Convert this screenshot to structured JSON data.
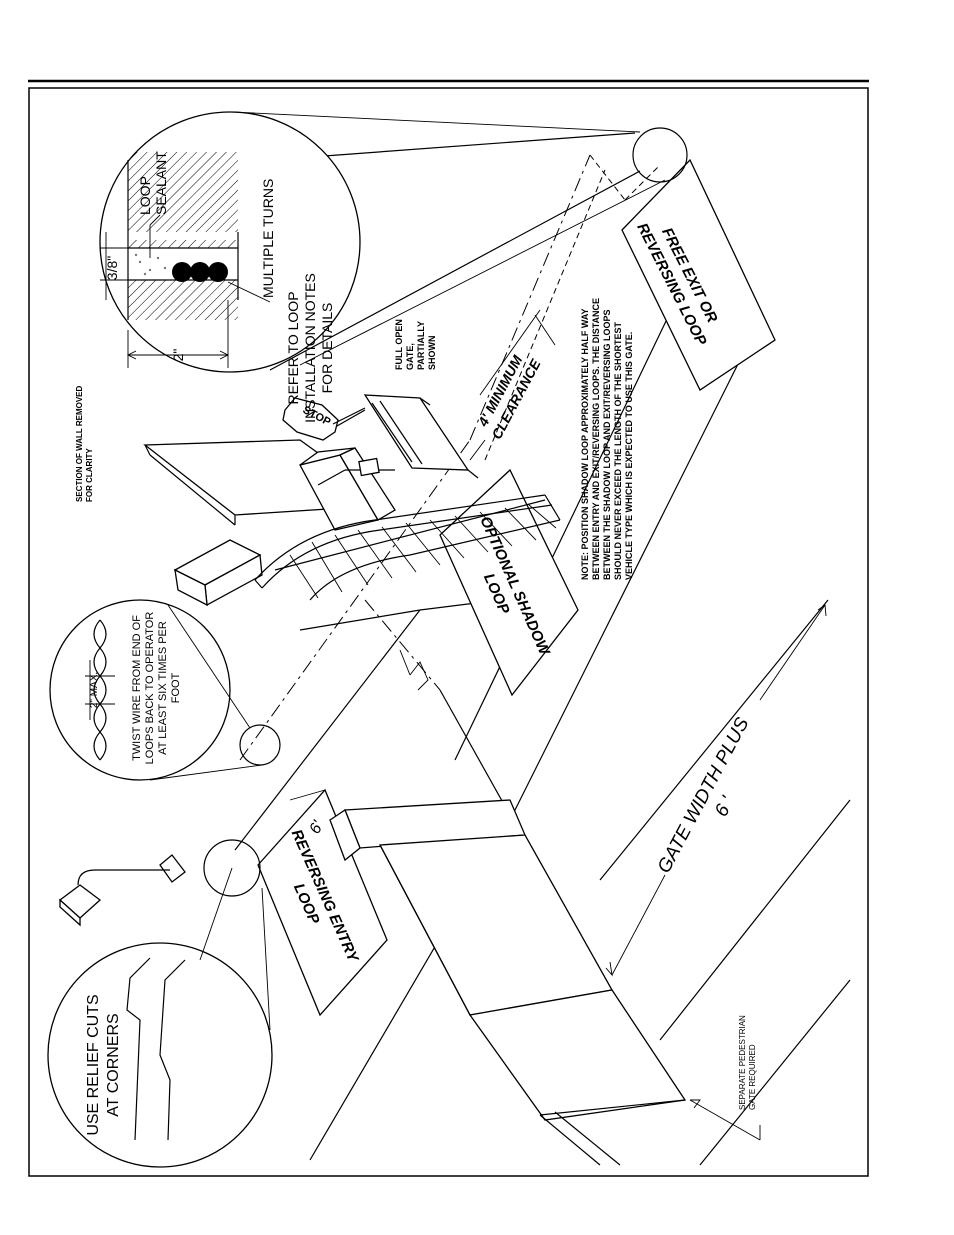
{
  "labels": {
    "section_of_wall_1": "SECTION OF WALL REMOVED",
    "section_of_wall_2": "FOR CLARITY",
    "loop_sealant_1": "LOOP",
    "loop_sealant_2": "SEALANT",
    "dim_3_8": "3/8\"",
    "dim_2_detail": "2\"",
    "multiple_turns": "MULTIPLE TURNS",
    "refer_1": "REFER TO LOOP",
    "refer_2": "INSTALLATION NOTES",
    "refer_3": "FOR DETAILS",
    "full_open_1": "FULL OPEN",
    "full_open_2": "GATE,",
    "full_open_3": "PARTIALLY",
    "full_open_4": "SHOWN",
    "clearance_1": "4' MINIMUM",
    "clearance_2": "CLEARANCE",
    "stop_sign": "STOP",
    "free_exit_1": "FREE EXIT OR",
    "free_exit_2": "REVERSING LOOP",
    "shadow_1": "OPTIONAL SHADOW",
    "shadow_2": "LOOP",
    "note_1": "NOTE: POSITION SHADOW LOOP APPROXIMATELY HALF WAY",
    "note_2": "BETWEEN ENTRY AND EXIT/REVERSING LOOPS. THE DISTANCE",
    "note_3": "BETWEEN THE SHADOW LOOP AND EXIT/REVERSING LOOPS",
    "note_4": "SHOULD NEVER EXCEED THE LENGTH OF THE SHORTEST",
    "note_5": "VEHICLE TYPE WHICH IS EXPECTED TO USE THIS GATE.",
    "twist_dim": "2\" MAX.",
    "twist_1": "TWIST WIRE FROM END OF",
    "twist_2": "LOOPS BACK TO OPERATOR",
    "twist_3": "AT LEAST SIX TIMES PER",
    "twist_4": "FOOT",
    "six_ft": "6'",
    "reversing_entry_1": "REVERSING ENTRY",
    "reversing_entry_2": "LOOP",
    "gate_width_1": "GATE WIDTH PLUS",
    "gate_width_2": "6 '",
    "relief_1": "USE RELIEF CUTS",
    "relief_2": "AT CORNERS",
    "pedestrian_1": "SEPARATE PEDESTRIAN",
    "pedestrian_2": "GATE REQUIRED"
  },
  "icons": {
    "stop_sign": "stop-sign-icon",
    "keypad": "keypad-pedestal-icon",
    "gate_operator": "gate-operator-icon"
  }
}
